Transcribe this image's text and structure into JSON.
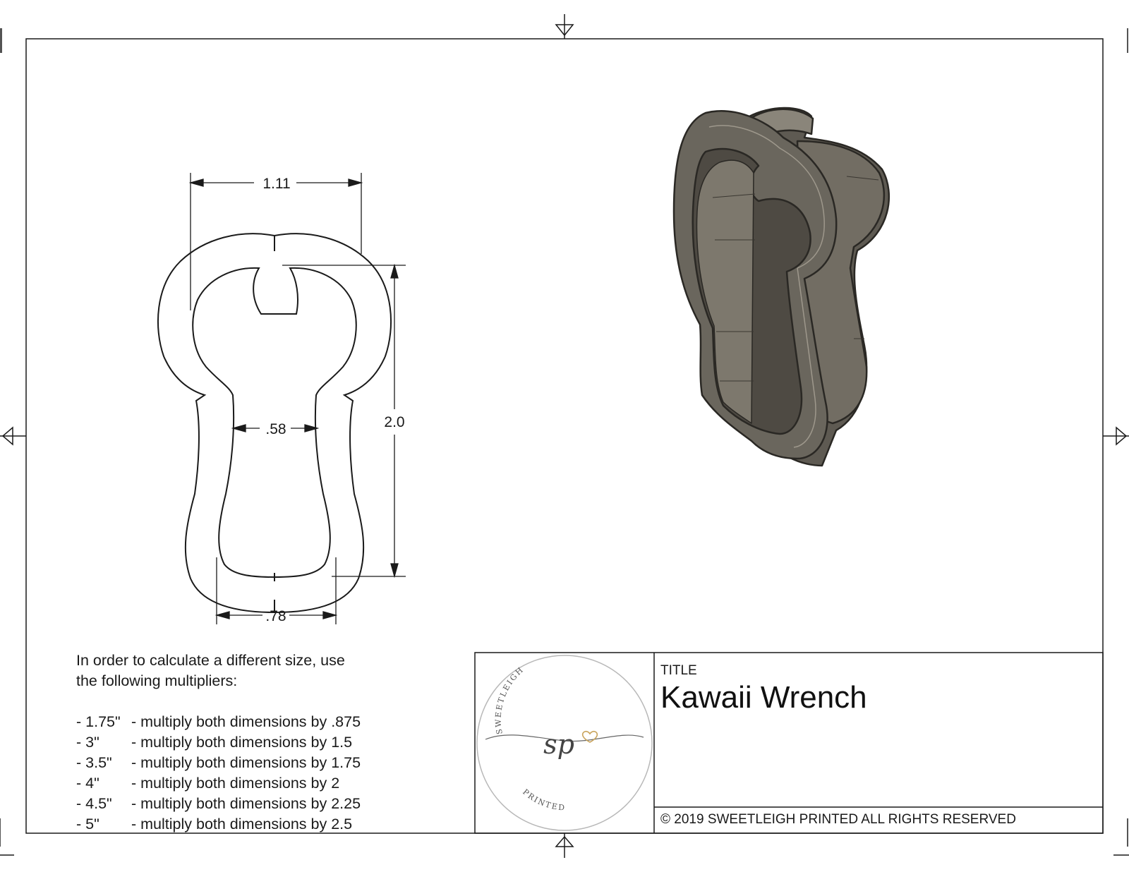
{
  "drawing": {
    "dimensions": {
      "width_top": "1.11",
      "height": "2.0",
      "width_inner": ".58",
      "width_bottom": ".78"
    }
  },
  "multipliers": {
    "intro_line1": "In order to calculate a different size, use",
    "intro_line2": "the following multipliers:",
    "items": [
      {
        "size": "- 1.75\"",
        "text": "- multiply both dimensions by .875"
      },
      {
        "size": "- 3\"",
        "text": "- multiply both dimensions by 1.5"
      },
      {
        "size": "- 3.5\"",
        "text": "- multiply both dimensions by 1.75"
      },
      {
        "size": "- 4\"",
        "text": "- multiply both dimensions by 2"
      },
      {
        "size": "- 4.5\"",
        "text": "- multiply both dimensions by 2.25"
      },
      {
        "size": "- 5\"",
        "text": "- multiply both dimensions by 2.5"
      }
    ]
  },
  "title_block": {
    "label": "TITLE",
    "title": "Kawaii Wrench",
    "copyright": "© 2019  SWEETLEIGH PRINTED  ALL RIGHTS RESERVED"
  },
  "logo": {
    "top_text": "SWEETLEIGH",
    "monogram": "sp",
    "bottom_text": "PRINTED"
  },
  "colors": {
    "line": "#1a1a1a",
    "render_body": "#6f6a60",
    "render_edge": "#2a2824",
    "logo_heart": "#c9a45c"
  }
}
